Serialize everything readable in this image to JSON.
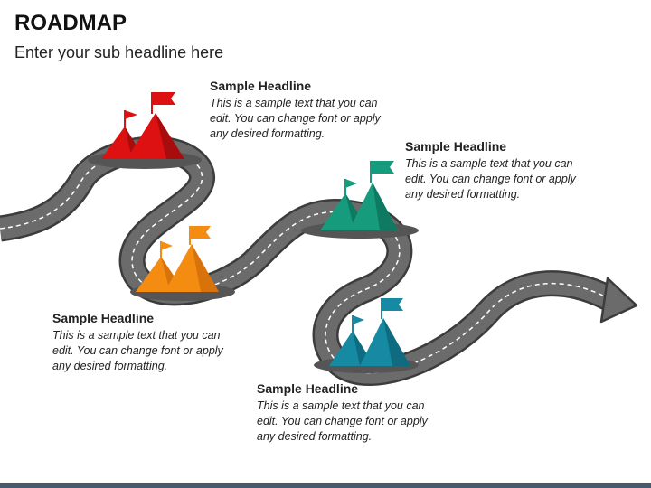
{
  "slide": {
    "title": "ROADMAP",
    "subtitle": "Enter your sub headline here"
  },
  "milestones": [
    {
      "id": "red",
      "color": "#dd1111",
      "headline": "Sample Headline",
      "text": "This is a sample text that you can edit. You can change font or apply any desired formatting."
    },
    {
      "id": "orange",
      "color": "#f58c12",
      "headline": "Sample Headline",
      "text": "This is a sample text that you can edit. You can change font or apply any desired formatting."
    },
    {
      "id": "green",
      "color": "#169b7d",
      "headline": "Sample Headline",
      "text": "This is a sample text that you can edit. You can change font or apply any desired formatting."
    },
    {
      "id": "blue",
      "color": "#168aa3",
      "headline": "Sample Headline",
      "text": "This is a sample text that you can edit. You can change font or apply any desired formatting."
    }
  ],
  "colors": {
    "road": "#666666",
    "road_edge": "#3c3c3c",
    "lane_marking": "#ffffff",
    "shadow": "#555555",
    "footer": "#4a5a6e"
  }
}
